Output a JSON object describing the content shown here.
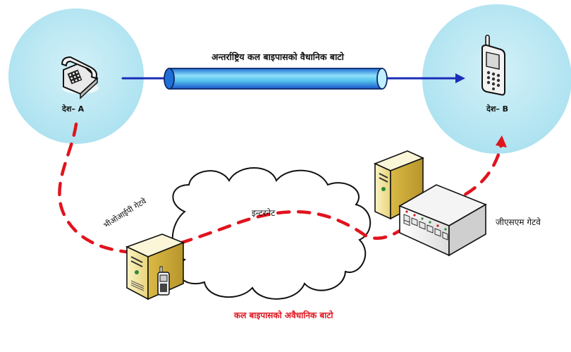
{
  "diagram": {
    "legal_route_label": "अन्तर्राष्ट्रिय कल बाइपासको वैधानिक बाटो",
    "illegal_route_label": "कल बाइपासको अवैधानिक बाटो",
    "country_a": {
      "label": "देश– A",
      "icon": "landline-telephone-icon"
    },
    "country_b": {
      "label": "देश– B",
      "icon": "mobile-phone-icon"
    },
    "internet_label": "इन्टरनेट",
    "voip_gateway_label": "भीओआईपी गेटवे",
    "gsm_gateway_label": "जीएसएम गेटवे",
    "colors": {
      "country_circle": "#b8e6f2",
      "legal_arrow": "#1a2db8",
      "pipe": "#5ec8f0",
      "illegal_path": "#e0141e",
      "server": "#e8cf6a"
    }
  }
}
